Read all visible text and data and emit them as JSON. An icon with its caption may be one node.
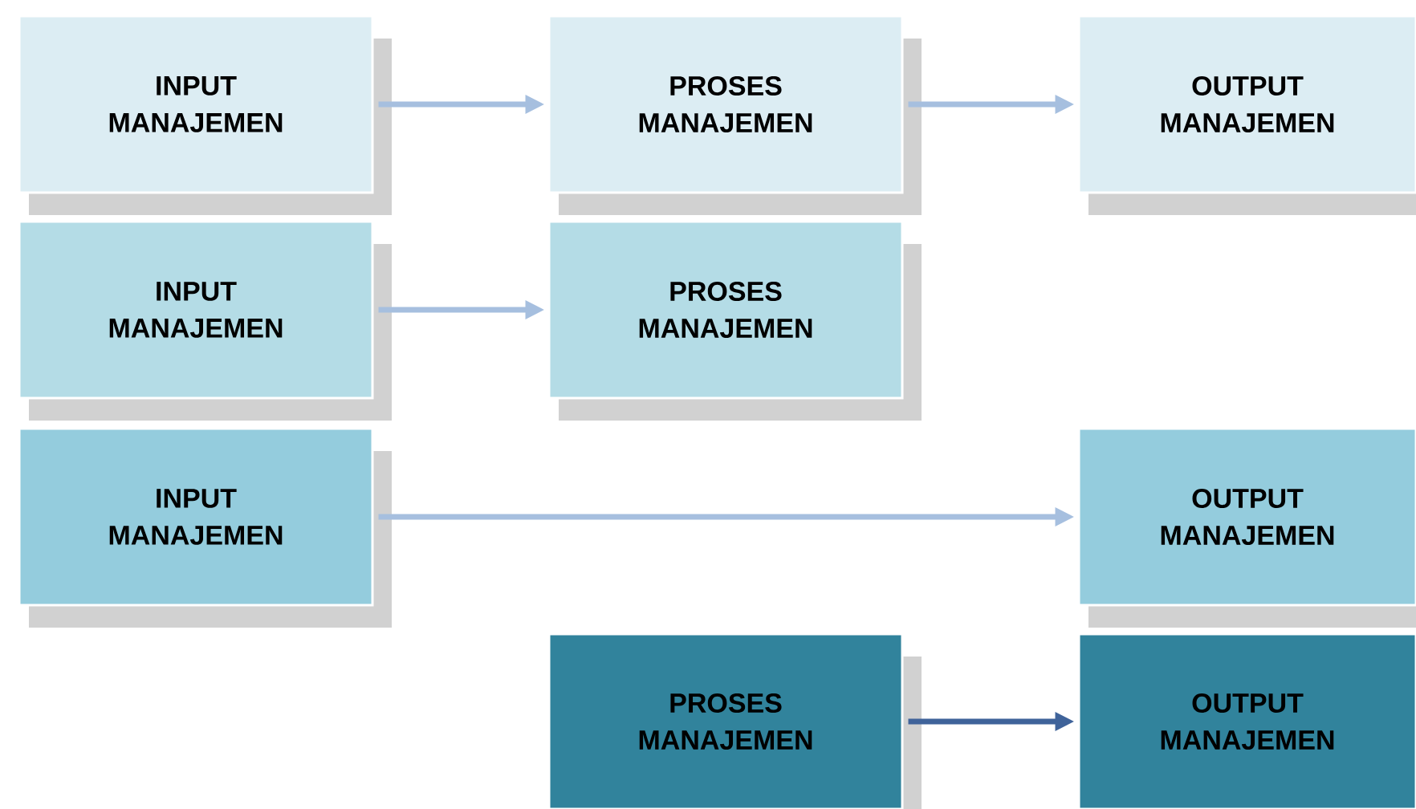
{
  "diagram": {
    "nodes": [
      {
        "text": [
          "INPUT MANAJEMEN"
        ]
      },
      {
        "text": [
          "PROSES MANAJEMEN"
        ]
      },
      {
        "text": [
          "OUTPUT MANAJEMEN"
        ]
      },
      {
        "text": [
          "INPUT MANAJEMEN"
        ]
      },
      {
        "text": [
          "PROSES MANAJEMEN"
        ]
      },
      {
        "text": [
          "INPUT MANAJEMEN"
        ]
      },
      {
        "text": [
          "OUTPUT MANAJEMEN"
        ]
      },
      {
        "text": [
          "PROSES MANAJEMEN"
        ]
      },
      {
        "text": [
          "OUTPUT MANAJEMEN"
        ]
      }
    ],
    "edges": [
      {
        "from": 0,
        "to": 1,
        "arrow": "to"
      },
      {
        "from": 1,
        "to": 2,
        "arrow": "to"
      },
      {
        "from": 3,
        "to": 4,
        "arrow": "to"
      },
      {
        "from": 5,
        "to": 6,
        "arrow": "to"
      },
      {
        "from": 7,
        "to": 8,
        "arrow": "to",
        "color": "#3f639a"
      }
    ]
  }
}
